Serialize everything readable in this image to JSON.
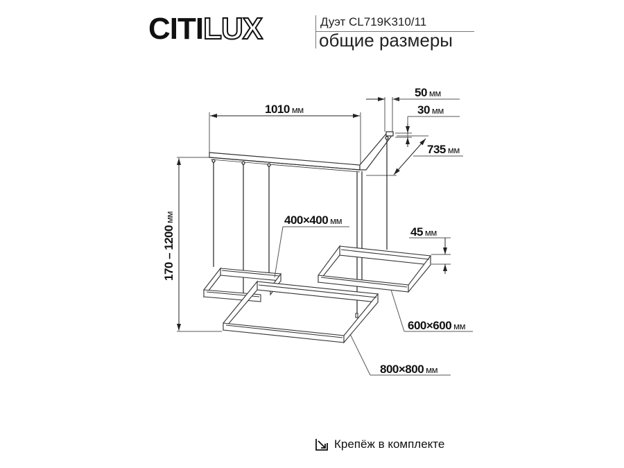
{
  "header": {
    "brand_solid": "CITI",
    "brand_outline": "LUX",
    "model": "Дуэт CL719K310/11",
    "subtitle": "общие размеры"
  },
  "dimensions": {
    "width_bar": {
      "value": "1010",
      "unit": "мм"
    },
    "bar_width": {
      "value": "50",
      "unit": "мм"
    },
    "bar_height": {
      "value": "30",
      "unit": "мм"
    },
    "short_bar_length": {
      "value": "735",
      "unit": "мм"
    },
    "height_range": {
      "value": "170 – 1200",
      "unit": "мм"
    },
    "small_frame": {
      "value": "400×400",
      "unit": "мм"
    },
    "frame_depth": {
      "value": "45",
      "unit": "мм"
    },
    "medium_frame": {
      "value": "600×600",
      "unit": "мм"
    },
    "large_frame": {
      "value": "800×800",
      "unit": "мм"
    }
  },
  "footer": {
    "icon": "mount-arrow-icon",
    "text": "Крепёж в комплекте"
  },
  "colors": {
    "line": "#333333",
    "dim_line": "#555555",
    "text": "#111111",
    "background": "#ffffff"
  }
}
